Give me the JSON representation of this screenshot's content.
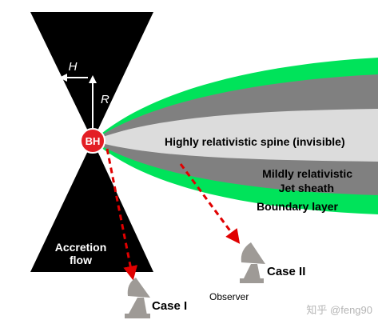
{
  "diagram": {
    "black_hole_label": "BH",
    "accretion_label_line1": "Accretion",
    "accretion_label_line2": "flow",
    "height_symbol": "H",
    "radius_symbol": "R",
    "spine_label": "Highly relativistic spine (invisible)",
    "sheath_label_line1": "Mildly relativistic",
    "sheath_label_line2": "Jet sheath",
    "boundary_label": "Boundary layer",
    "case1_label": "Case I",
    "case2_label": "Case II",
    "observer_label": "Observer",
    "watermark": "知乎 @feng90"
  },
  "colors": {
    "accretion": "#000000",
    "boundary": "#00e35a",
    "sheath": "#808080",
    "spine": "#dcdcdc",
    "black_hole": "#e31e24",
    "sightline": "#e00000",
    "dish": "#9e9a96",
    "text": "#000000",
    "watermark": "#b5b5b5"
  }
}
